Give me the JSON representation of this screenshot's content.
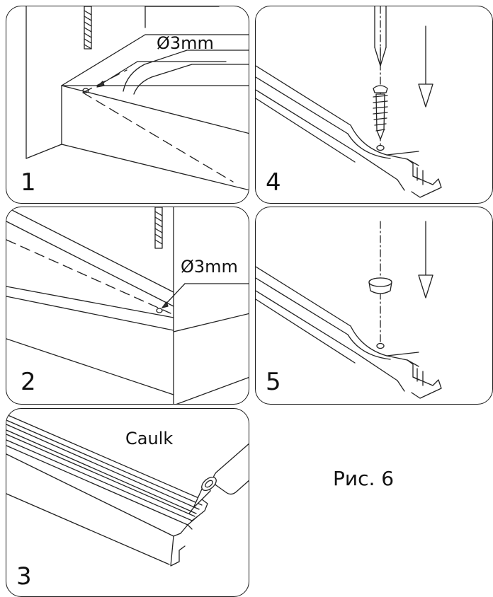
{
  "figure": {
    "label": "Рис. 6"
  },
  "steps": [
    {
      "number": "1",
      "callout": "Ø3mm"
    },
    {
      "number": "2",
      "callout": "Ø3mm"
    },
    {
      "number": "3",
      "callout": "Caulk"
    },
    {
      "number": "4"
    },
    {
      "number": "5"
    }
  ],
  "colors": {
    "line": "#222222",
    "background": "#ffffff"
  },
  "icons": [
    "drill-bit-icon",
    "screw-icon",
    "screwdriver-icon",
    "cap-plug-icon",
    "caulk-tube-icon",
    "down-arrow-icon"
  ]
}
